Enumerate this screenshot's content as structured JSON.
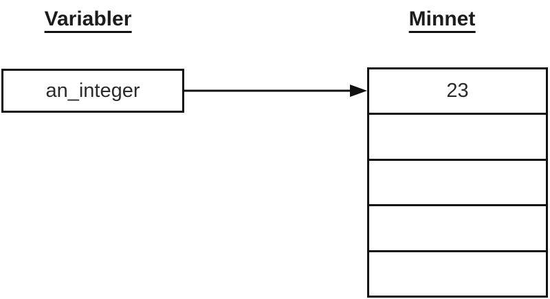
{
  "headers": {
    "variables": "Variabler",
    "memory": "Minnet"
  },
  "variable_box": {
    "label": "an_integer"
  },
  "memory_table": {
    "cells": [
      "23",
      "",
      "",
      "",
      ""
    ]
  },
  "colors": {
    "line": "#111111",
    "text": "#2b2b2b",
    "background": "#ffffff"
  }
}
